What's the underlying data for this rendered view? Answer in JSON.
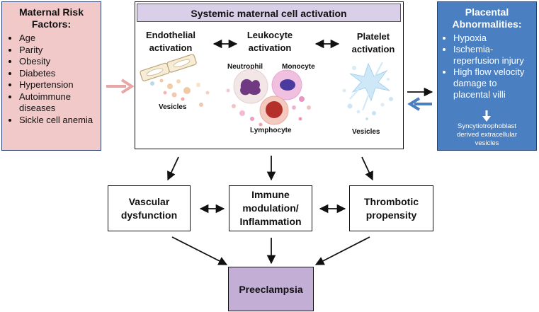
{
  "left_box": {
    "title_line1": "Maternal Risk",
    "title_line2": "Factors:",
    "items": [
      "Age",
      "Parity",
      "Obesity",
      "Diabetes",
      "Hypertension",
      "Autoimmune diseases",
      "Sickle cell anemia"
    ]
  },
  "center": {
    "title": "Systemic maternal cell activation",
    "endothelial": "Endothelial activation",
    "leukocyte": "Leukocyte activation",
    "platelet": "Platelet activation",
    "neutrophil": "Neutrophil",
    "monocyte": "Monocyte",
    "lymphocyte": "Lymphocyte",
    "vesicles_left": "Vesicles",
    "vesicles_right": "Vesicles"
  },
  "right_box": {
    "title_line1": "Placental",
    "title_line2": "Abnormalities:",
    "items": [
      "Hypoxia",
      "Ischemia-reperfusion injury",
      "High flow velocity damage to placental villi"
    ],
    "sub_line1": "Syncytiotrophoblast",
    "sub_line2": "derived extracellular",
    "sub_line3": "vesicles"
  },
  "outcomes": {
    "vascular_line1": "Vascular",
    "vascular_line2": "dysfunction",
    "immune_line1": "Immune",
    "immune_line2": "modulation/",
    "immune_line3": "Inflammation",
    "thrombotic_line1": "Thrombotic",
    "thrombotic_line2": "propensity"
  },
  "final": {
    "label": "Preeclampsia"
  },
  "colors": {
    "left_fill": "#f2c9c9",
    "right_fill": "#4a7fc1",
    "center_title_fill": "#d9cfe8",
    "final_fill": "#c3aed6"
  }
}
